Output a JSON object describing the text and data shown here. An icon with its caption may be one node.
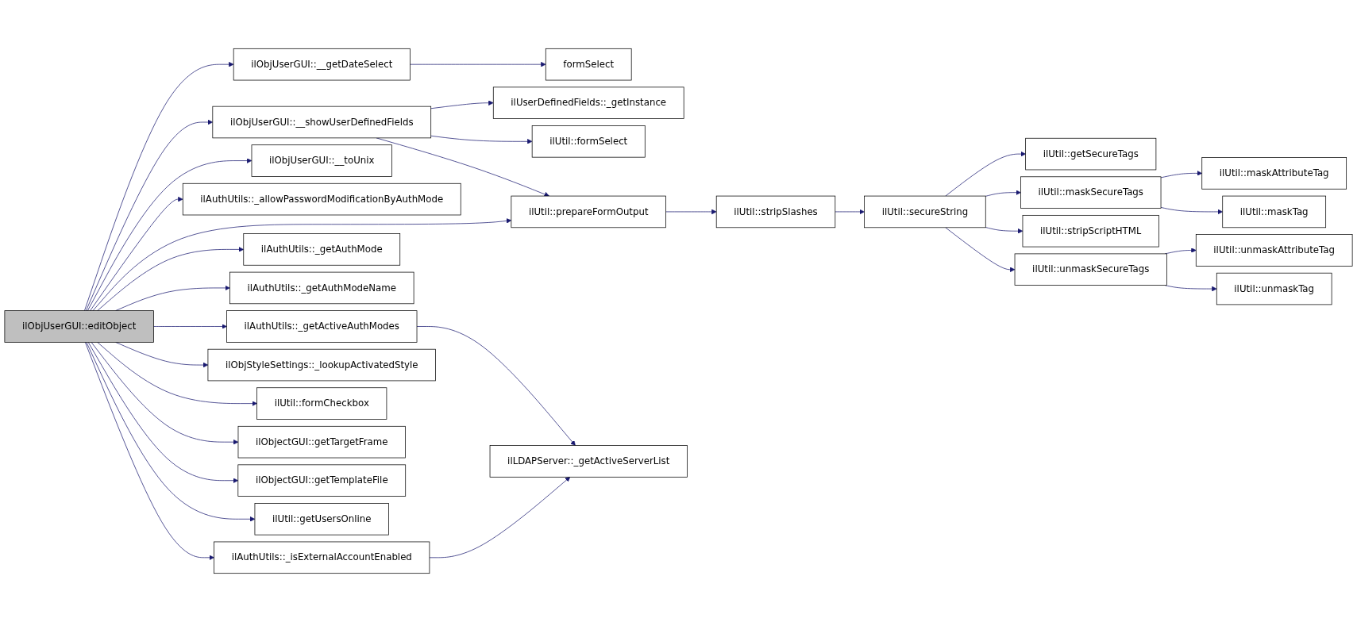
{
  "diagram": {
    "nodes": [
      {
        "text": [
          "ilObjUserGUI::editObject"
        ]
      },
      {
        "text": [
          "ilObjUserGUI::__getDateSelect"
        ]
      },
      {
        "text": [
          "formSelect"
        ]
      },
      {
        "text": [
          "ilObjUserGUI::__showUserDefinedFields"
        ]
      },
      {
        "text": [
          "ilUserDefinedFields::_getInstance"
        ]
      },
      {
        "text": [
          "ilUtil::formSelect"
        ]
      },
      {
        "text": [
          "ilUtil::prepareFormOutput"
        ]
      },
      {
        "text": [
          "ilUtil::stripSlashes"
        ]
      },
      {
        "text": [
          "ilUtil::secureString"
        ]
      },
      {
        "text": [
          "ilUtil::getSecureTags"
        ]
      },
      {
        "text": [
          "ilUtil::maskSecureTags"
        ]
      },
      {
        "text": [
          "ilUtil::maskAttributeTag"
        ]
      },
      {
        "text": [
          "ilUtil::maskTag"
        ]
      },
      {
        "text": [
          "ilUtil::stripScriptHTML"
        ]
      },
      {
        "text": [
          "ilUtil::unmaskSecureTags"
        ]
      },
      {
        "text": [
          "ilUtil::unmaskAttributeTag"
        ]
      },
      {
        "text": [
          "ilUtil::unmaskTag"
        ]
      },
      {
        "text": [
          "ilObjUserGUI::__toUnix"
        ]
      },
      {
        "text": [
          "ilAuthUtils::_allowPasswordModificationByAuthMode"
        ]
      },
      {
        "text": [
          "ilAuthUtils::_getActiveAuthModes"
        ]
      },
      {
        "text": [
          "ilLDAPServer::_getActiveServerList"
        ]
      },
      {
        "text": [
          "ilAuthUtils::_getAuthMode"
        ]
      },
      {
        "text": [
          "ilAuthUtils::_getAuthModeName"
        ]
      },
      {
        "text": [
          "ilAuthUtils::_isExternalAccountEnabled"
        ]
      },
      {
        "text": [
          "ilObjStyleSettings::_lookupActivatedStyle"
        ]
      },
      {
        "text": [
          "ilUtil::formCheckbox"
        ]
      },
      {
        "text": [
          "ilObjectGUI::getTargetFrame"
        ]
      },
      {
        "text": [
          "ilObjectGUI::getTemplateFile"
        ]
      },
      {
        "text": [
          "ilUtil::getUsersOnline"
        ]
      }
    ],
    "edges": [
      {
        "from": 0,
        "to": 1,
        "arrow": "to"
      },
      {
        "from": 1,
        "to": 2,
        "arrow": "to"
      },
      {
        "from": 0,
        "to": 3,
        "arrow": "to"
      },
      {
        "from": 3,
        "to": 4,
        "arrow": "to"
      },
      {
        "from": 3,
        "to": 5,
        "arrow": "to"
      },
      {
        "from": 3,
        "to": 6,
        "arrow": "to"
      },
      {
        "from": 0,
        "to": 6,
        "arrow": "to"
      },
      {
        "from": 6,
        "to": 7,
        "arrow": "to"
      },
      {
        "from": 7,
        "to": 8,
        "arrow": "to"
      },
      {
        "from": 8,
        "to": 9,
        "arrow": "to"
      },
      {
        "from": 8,
        "to": 10,
        "arrow": "to"
      },
      {
        "from": 10,
        "to": 11,
        "arrow": "to"
      },
      {
        "from": 10,
        "to": 12,
        "arrow": "to"
      },
      {
        "from": 8,
        "to": 13,
        "arrow": "to"
      },
      {
        "from": 8,
        "to": 14,
        "arrow": "to"
      },
      {
        "from": 14,
        "to": 15,
        "arrow": "to"
      },
      {
        "from": 14,
        "to": 16,
        "arrow": "to"
      },
      {
        "from": 0,
        "to": 17,
        "arrow": "to"
      },
      {
        "from": 0,
        "to": 18,
        "arrow": "to"
      },
      {
        "from": 0,
        "to": 19,
        "arrow": "to"
      },
      {
        "from": 19,
        "to": 20,
        "arrow": "to"
      },
      {
        "from": 0,
        "to": 21,
        "arrow": "to"
      },
      {
        "from": 0,
        "to": 22,
        "arrow": "to"
      },
      {
        "from": 0,
        "to": 23,
        "arrow": "to"
      },
      {
        "from": 23,
        "to": 20,
        "arrow": "to"
      },
      {
        "from": 0,
        "to": 24,
        "arrow": "to"
      },
      {
        "from": 0,
        "to": 25,
        "arrow": "to"
      },
      {
        "from": 0,
        "to": 26,
        "arrow": "to"
      },
      {
        "from": 0,
        "to": 27,
        "arrow": "to"
      },
      {
        "from": 0,
        "to": 28,
        "arrow": "to"
      }
    ]
  }
}
